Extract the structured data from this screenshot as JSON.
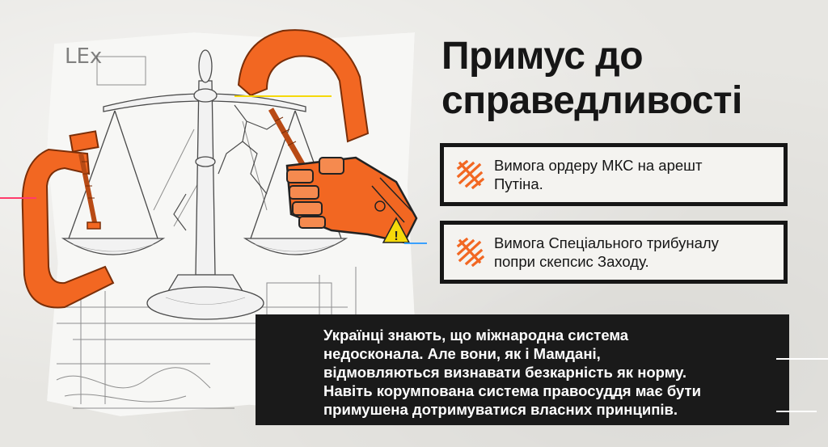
{
  "title": {
    "line1": "Примус до",
    "line2": "справедливості"
  },
  "cards": [
    {
      "line1": "Вимога ордеру МКС на арешт",
      "line2": "Путіна.",
      "icon": "trident-stripes-icon"
    },
    {
      "line1": "Вимога Спеціального трибуналу",
      "line2": "попри скепсис Заходу.",
      "icon": "trident-stripes-icon"
    }
  ],
  "statement": {
    "lines": [
      "Українці знають, що міжнародна система",
      "недосконала. Але вони, як і Мамдані,",
      "відмовляються визнавати безкарність як норму.",
      "Навіть корумпована система правосуддя має бути",
      "примушена дотримуватися власних принципів."
    ]
  },
  "illustration": {
    "sketch_text": "LEx",
    "warning_glyph": "!",
    "subjects": [
      "scales-of-justice-icon",
      "clamp-icon",
      "robot-hand-icon"
    ]
  },
  "colors": {
    "accent_orange": "#f26722",
    "dark": "#161616",
    "paper": "#f4f3f0",
    "warning_yellow": "#f5d90a"
  }
}
